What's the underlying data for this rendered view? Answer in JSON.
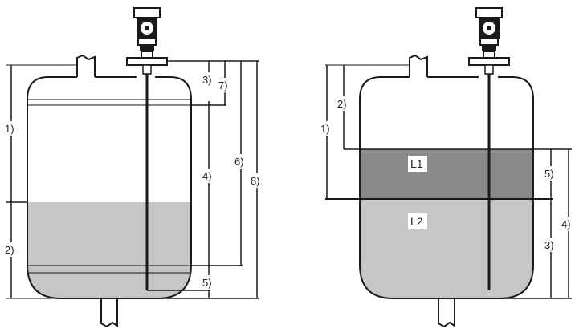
{
  "left_tank": {
    "labels": {
      "l1": "1)",
      "l2": "2)",
      "l3": "3)",
      "l4": "4)",
      "l5": "5)",
      "l6": "6)",
      "l7": "7)",
      "l8": "8)"
    }
  },
  "right_tank": {
    "labels": {
      "l1": "1)",
      "l2": "2)",
      "l3": "3)",
      "l4": "4)",
      "l5": "5)",
      "layer_upper": "L1",
      "layer_lower": "L2"
    }
  },
  "colors": {
    "line": "#1a1a1a",
    "liquid_light": "#c6c6c6",
    "liquid_dark": "#8a8a8a",
    "background": "#ffffff"
  }
}
